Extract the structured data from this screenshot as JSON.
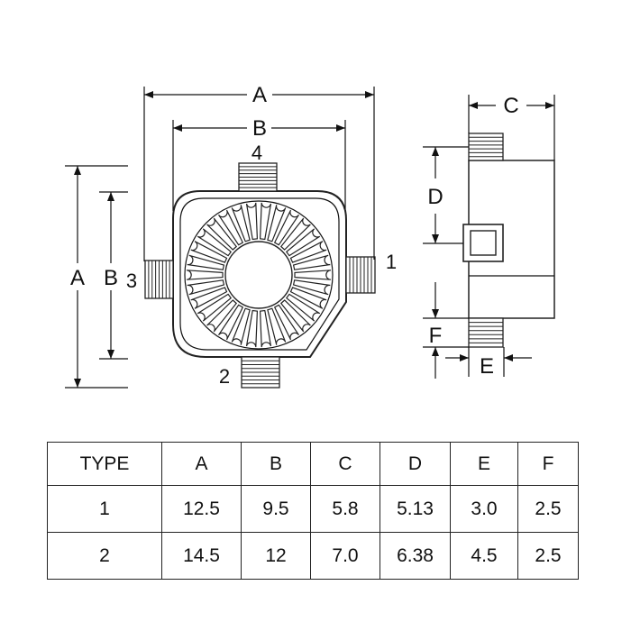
{
  "dimensions": {
    "A": "A",
    "B": "B",
    "C": "C",
    "D": "D",
    "E": "E",
    "F": "F"
  },
  "pins": {
    "pin1": "1",
    "pin2": "2",
    "pin3": "3",
    "pin4": "4"
  },
  "table": {
    "headers": [
      "TYPE",
      "A",
      "B",
      "C",
      "D",
      "E",
      "F"
    ],
    "rows": [
      [
        "1",
        "12.5",
        "9.5",
        "5.8",
        "5.13",
        "3.0",
        "2.5"
      ],
      [
        "2",
        "14.5",
        "12",
        "7.0",
        "6.38",
        "4.5",
        "2.5"
      ]
    ]
  }
}
